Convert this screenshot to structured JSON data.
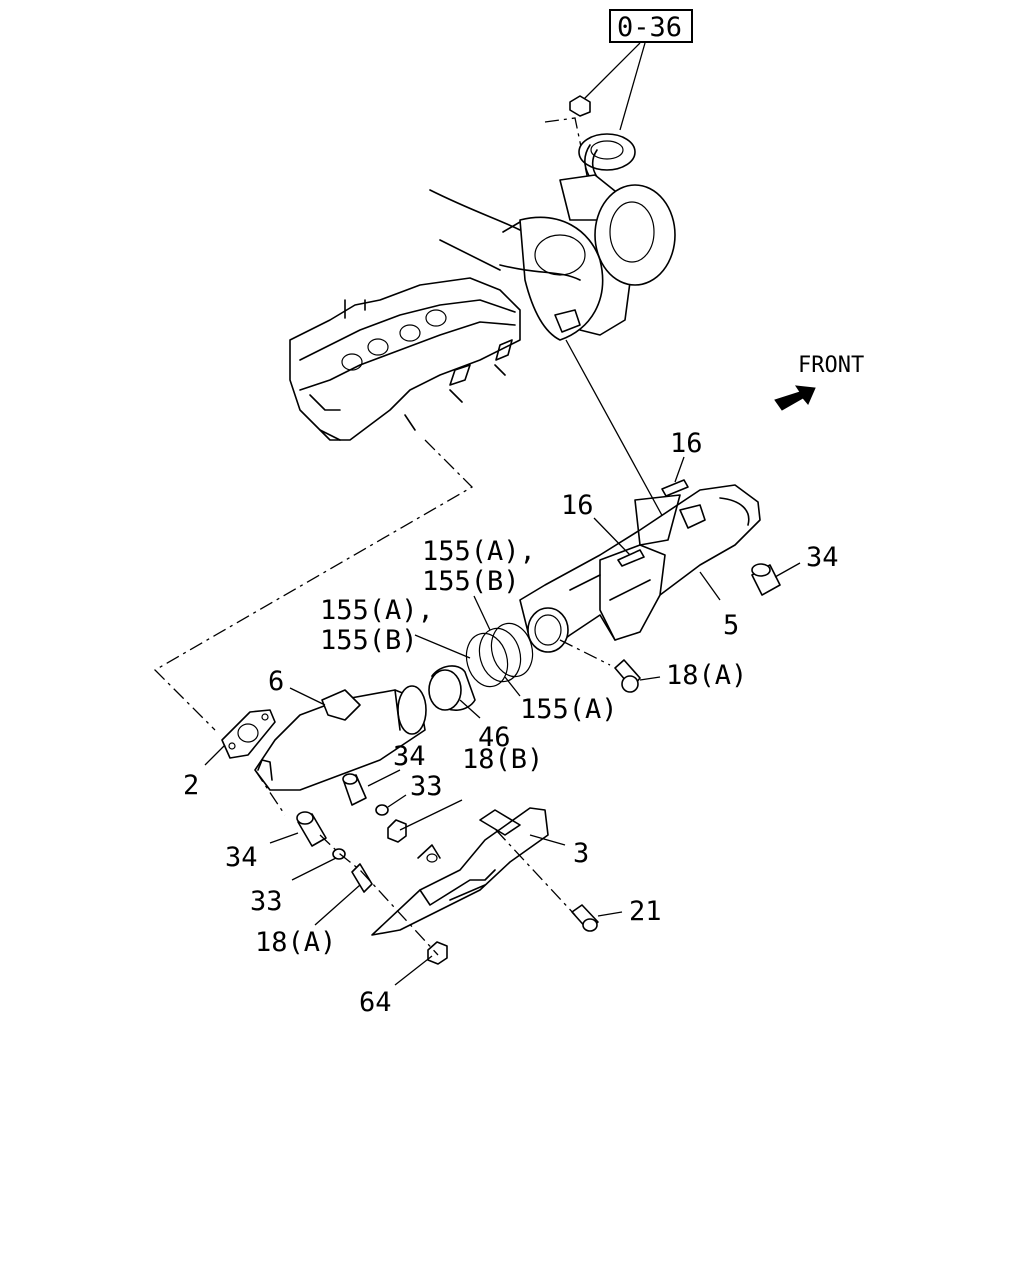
{
  "reference_box": "0-36",
  "direction_label": "FRONT",
  "part_labels": {
    "p16_top": "16",
    "p16_mid": "16",
    "p34_right": "34",
    "p5": "5",
    "p155_a_b_1_line1": "155(A),",
    "p155_a_b_1_line2": "155(B)",
    "p155_a_b_2_line1": "155(A),",
    "p155_a_b_2_line2": "155(B)",
    "p18a_right": "18(A)",
    "p155a": "155(A)",
    "p46": "46",
    "p6": "6",
    "p34_mid": "34",
    "p33_mid": "33",
    "p18b": "18(B)",
    "p2": "2",
    "p3": "3",
    "p34_left": "34",
    "p33_left": "33",
    "p18a_left": "18(A)",
    "p21": "21",
    "p64": "64"
  },
  "icons": {
    "front_arrow": "front-arrow-icon"
  }
}
